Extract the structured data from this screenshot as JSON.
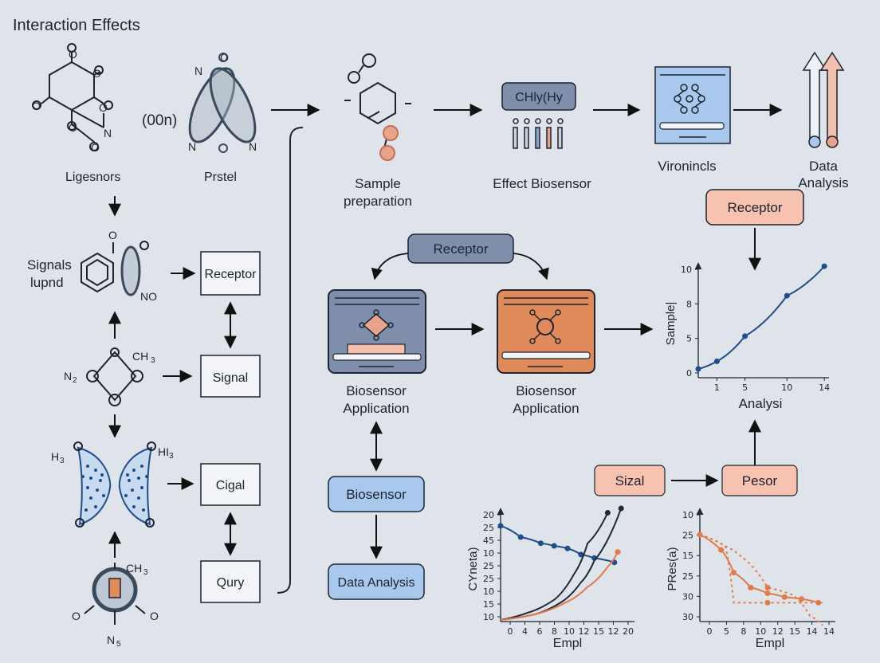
{
  "title": "Interaction Effects",
  "left": {
    "ligand_label": "Ligesnors",
    "protein_label": "Prstel",
    "mid_formula": "(00n)",
    "signals_label": [
      "Signals",
      "lupnd"
    ],
    "boxes": [
      "Receptor",
      "Signal",
      "Cigal",
      "Qury"
    ],
    "atoms": {
      "o": "O",
      "n": "N",
      "no": "NO",
      "ch3": "CH",
      "n2": "N",
      "h3": "H",
      "hi3": "HI",
      "n5": "N",
      "sub3": "3",
      "sub2": "2",
      "sub5": "5"
    }
  },
  "pipeline": {
    "sample": [
      "Sample",
      "preparation"
    ],
    "effect_chip": "CHly(Hy",
    "effect_label": "Effect Biosensor",
    "device_label": "Vironincls",
    "data_label": [
      "Data",
      "Analysis"
    ]
  },
  "center": {
    "receptor_top": "Receptor",
    "app_left": [
      "Biosensor",
      "Application"
    ],
    "app_right": [
      "Biosensor",
      "Application"
    ],
    "biosensor_box": "Biosensor",
    "data_analysis_box": "Data Analysis"
  },
  "right": {
    "receptor_box": "Receptor",
    "sizal_box": "Sizal",
    "pesor_box": "Pesor"
  },
  "colors": {
    "navy": "#1f4e8a",
    "orange": "#e07b4a",
    "dark": "#1e2a38",
    "receptor_fill": "#f7c3b0",
    "biosensor_fill": "#a9c8ee",
    "device_gray": "#7f8fab",
    "device_orange": "#e08a5c"
  },
  "chart_data": [
    {
      "type": "line",
      "ylabel": "Sample|",
      "xlabel": "Analysi",
      "x_ticks": [
        "1",
        "5",
        "10",
        "14"
      ],
      "y_ticks": [
        "0",
        "5",
        "8",
        "10"
      ],
      "xlim": [
        0,
        14
      ],
      "ylim": [
        0,
        10.5
      ],
      "series": [
        {
          "color": "#1f4e8a",
          "x": [
            0,
            2,
            5,
            9.5,
            13.5
          ],
          "y": [
            0.8,
            1.5,
            3.8,
            7.5,
            10.2
          ]
        }
      ]
    },
    {
      "type": "line",
      "ylabel": "CYneta)",
      "xlabel": "Empl",
      "x_ticks": [
        "0",
        "4",
        "6",
        "8",
        "10",
        "12",
        "15",
        "12",
        "20"
      ],
      "y_ticks": [
        "10",
        "15",
        "10",
        "25",
        "25",
        "10",
        "45",
        "25",
        "20"
      ],
      "xlim": [
        0,
        20
      ],
      "ylim": [
        8,
        21
      ],
      "series": [
        {
          "color": "#1f4e8a",
          "x": [
            0,
            3,
            6,
            8,
            10,
            12,
            14,
            17
          ],
          "y": [
            19,
            17.7,
            17,
            16.7,
            16.4,
            15.7,
            15.3,
            14.8
          ]
        },
        {
          "color": "#1e2a38",
          "x": [
            0,
            4,
            8,
            11,
            13,
            16
          ],
          "y": [
            8.2,
            9,
            10.5,
            13.5,
            17,
            20.5
          ]
        },
        {
          "color": "#1e2a38",
          "x": [
            0,
            5,
            9,
            12,
            14,
            18
          ],
          "y": [
            8.2,
            8.8,
            10.2,
            12.5,
            15,
            21
          ]
        },
        {
          "color": "#e07b4a",
          "x": [
            0,
            5,
            10,
            13,
            16,
            17.5
          ],
          "y": [
            8.2,
            8.8,
            10.3,
            12,
            14.3,
            16
          ]
        }
      ]
    },
    {
      "type": "line",
      "ylabel": "PRes(a)",
      "xlabel": "Empl",
      "x_ticks": [
        "0",
        "5",
        "8",
        "10",
        "12",
        "15",
        "14",
        "14"
      ],
      "y_ticks": [
        "30",
        "30",
        "25",
        "15",
        "25",
        "10"
      ],
      "xlim": [
        0,
        16
      ],
      "ylim": [
        7,
        37
      ],
      "series": [
        {
          "color": "#e07b4a",
          "x": [
            0,
            2.5,
            4,
            6,
            8,
            10,
            12,
            14
          ],
          "y": [
            30,
            26,
            20,
            16,
            14.5,
            13.5,
            13,
            12
          ]
        },
        {
          "color": "#e07b4a",
          "x": [
            0,
            3,
            5,
            8,
            11,
            13,
            14.5
          ],
          "y": [
            30,
            27,
            24,
            16,
            14,
            8.5,
            6
          ],
          "dashed": true
        },
        {
          "color": "#e07b4a",
          "x": [
            0,
            3,
            4,
            8,
            11,
            14.5
          ],
          "y": [
            30,
            27,
            12,
            12,
            12,
            12
          ],
          "dashed": true
        }
      ]
    }
  ]
}
